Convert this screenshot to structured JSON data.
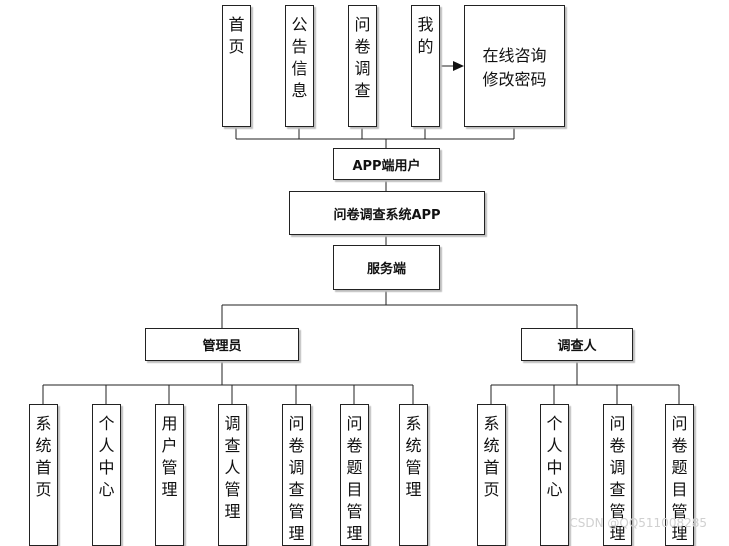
{
  "top_modules": [
    "首页",
    "公告信息",
    "问卷调查",
    "我的"
  ],
  "my_submenu": [
    "在线咨询",
    "修改密码"
  ],
  "app_user": "APP端用户",
  "system": "问卷调查系统APP",
  "server": "服务端",
  "roles": {
    "admin": {
      "label": "管理员",
      "modules": [
        "系统首页",
        "个人中心",
        "用户管理",
        "调查人管理",
        "问卷调查管理",
        "问卷题目管理",
        "系统管理"
      ]
    },
    "surveyor": {
      "label": "调查人",
      "modules": [
        "系统首页",
        "个人中心",
        "问卷调查管理",
        "问卷题目管理"
      ]
    }
  },
  "watermark": "CSDN @QQ511008285"
}
